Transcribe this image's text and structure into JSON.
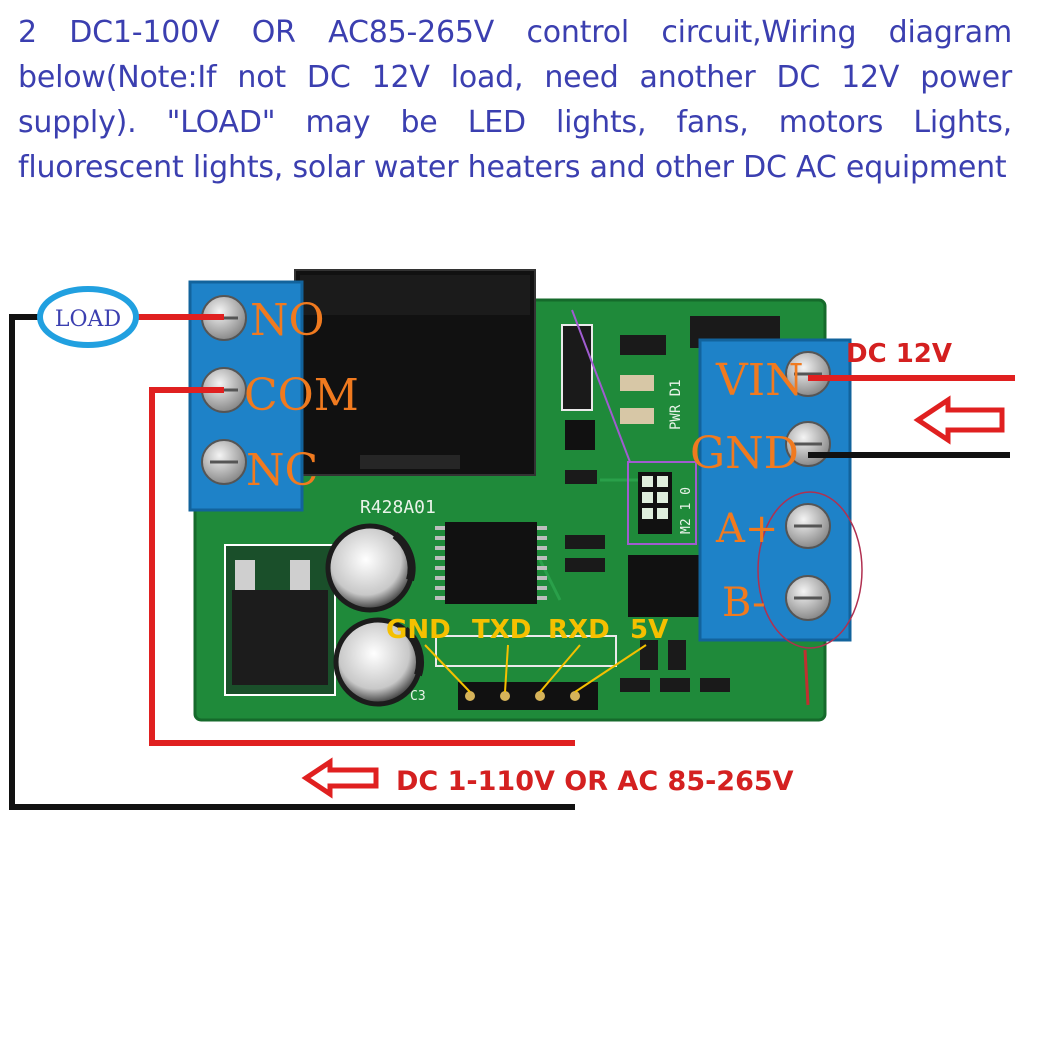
{
  "description": "2 DC1-100V OR AC85-265V control circuit,Wiring diagram below(Note:If not DC 12V load, need another DC 12V power supply). \"LOAD\" may be LED lights, fans, motors Lights, fluorescent lights, solar water heaters and other DC AC equipment",
  "load_label": "LOAD",
  "relay_terminals": [
    "NO",
    "COM",
    "NC"
  ],
  "power_terminals": [
    "VIN",
    "GND"
  ],
  "rs485_terminals": [
    "A+",
    "B-"
  ],
  "serial_pins": [
    "GND",
    "TXD",
    "RXD",
    "5V"
  ],
  "board_id": "R428A01",
  "board_silk": {
    "leds": "PWR D1",
    "jumper": "M2 1 0",
    "cap_left": "C3"
  },
  "dc12v_label": "DC 12V",
  "supply_label": "DC 1-110V OR AC 85-265V",
  "colors": {
    "text_blue": "#3b3fb0",
    "label_orange": "#f07a1f",
    "wire_red": "#e02020",
    "wire_black": "#111111",
    "pcb_green": "#1f8a3a",
    "terminal_blue": "#1e82c8",
    "pin_label_yellow": "#f5c000",
    "load_ring": "#21a0e0"
  }
}
